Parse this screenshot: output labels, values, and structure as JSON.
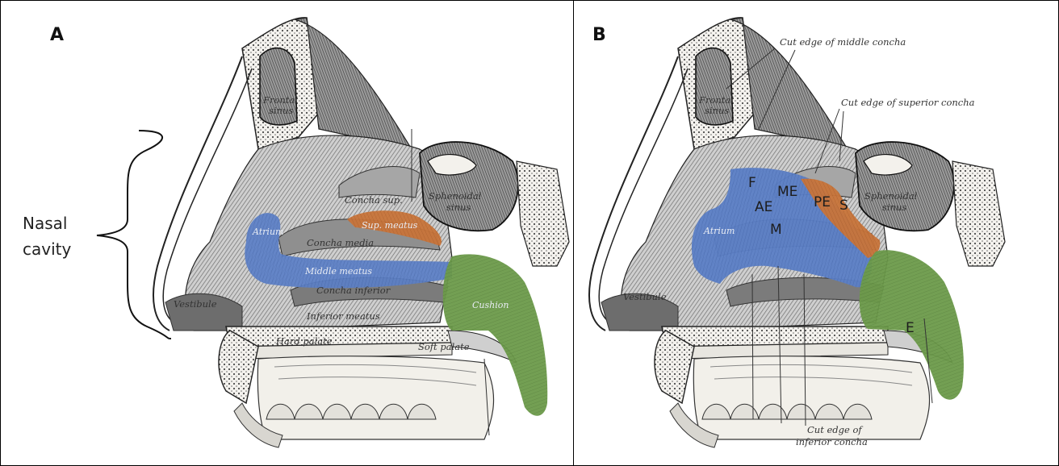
{
  "panel_a": {
    "panel_label": "A",
    "bracket_label_line1": "Nasal",
    "bracket_label_line2": "cavity",
    "labels": {
      "frontal_sinus_1": "Frontal",
      "frontal_sinus_2": "sinus",
      "sphenoidal_sinus_1": "Sphenoidal",
      "sphenoidal_sinus_2": "sinus",
      "concha_superior": "Concha sup.",
      "sup_meatus": "Sup. meatus",
      "concha_media": "Concha media",
      "atrium": "Atrium",
      "middle_meatus": "Middle meatus",
      "concha_inferior": "Concha inferior",
      "inferior_meatus": "Inferior meatus",
      "vestibule": "Vestibule",
      "hard_palate": "Hard palate",
      "soft_palate": "Soft palate",
      "cushion": "Cushion"
    }
  },
  "panel_b": {
    "panel_label": "B",
    "callouts": {
      "cut_edge_middle": "Cut edge of middle concha",
      "cut_edge_superior": "Cut edge of superior concha",
      "cut_edge_inferior_1": "Cut edge of",
      "cut_edge_inferior_2": "inferior concha"
    },
    "labels": {
      "frontal_sinus_1": "Frontal",
      "frontal_sinus_2": "sinus",
      "sphenoidal_sinus_1": "Sphenoidal",
      "sphenoidal_sinus_2": "sinus",
      "atrium": "Atrium",
      "vestibule": "Vestibule"
    },
    "region_letters": {
      "F": "F",
      "ME": "ME",
      "AE": "AE",
      "M": "M",
      "PE": "PE",
      "S": "S",
      "E": "E"
    }
  },
  "colors": {
    "blue_region": "#5b7fc6",
    "orange_region": "#c8743a",
    "green_region": "#6c9a4a",
    "bone": "#f3f1ec",
    "tissue": "#8a8a8a"
  }
}
